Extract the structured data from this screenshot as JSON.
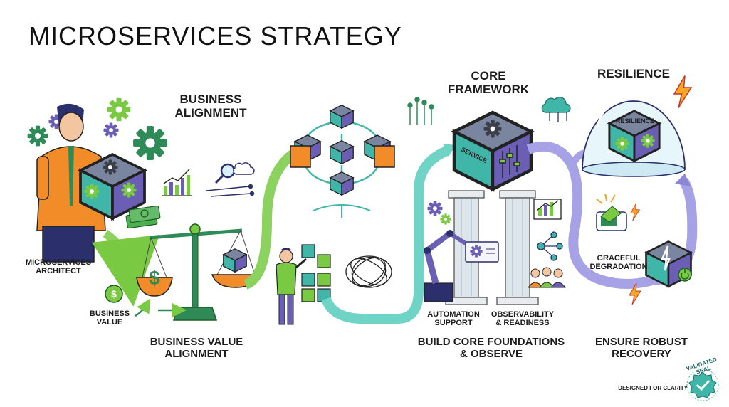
{
  "title": "MICROSERVICES STRATEGY",
  "labels": {
    "business_alignment": "BUSINESS\nALIGNMENT",
    "microservices_architect": "MICROSERVICES\nARCHITECT",
    "business_value": "BUSINESS\nVALUE",
    "business_value_alignment": "BUSINESS VALUE\nALIGNMENT",
    "core_framework": "CORE\nFRAMEWORK",
    "service": "SERVICE",
    "automation_support": "AUTOMATION\nSUPPORT",
    "observability_readiness": "OBSERVABILITY\n& READINESS",
    "build_core_foundations": "BUILD CORE FOUNDATIONS\n& OBSERVE",
    "resilience_title": "RESILIENCE",
    "resilience_box": "RESILIENCE",
    "graceful_degradation": "GRACEFUL\nDEGRADATION",
    "ensure_robust_recovery": "ENSURE ROBUST\nRECOVERY",
    "designed_for_clarity": "DESIGNED FOR CLARITY",
    "validated_seal": "VALIDATED SEAL"
  },
  "colors": {
    "green": "#7ac943",
    "dark_green": "#2e8b57",
    "teal": "#3fb6a8",
    "purple": "#6b5fb5",
    "orange": "#f28c28",
    "navy": "#2b2f6b",
    "gold": "#f5a623"
  },
  "icons": [
    "gear-icon",
    "bar-chart-icon",
    "magnifier-icon",
    "cloud-icon",
    "money-icon",
    "dollar-icon",
    "lightning-icon",
    "network-icon",
    "people-icon",
    "check-seal-icon"
  ]
}
